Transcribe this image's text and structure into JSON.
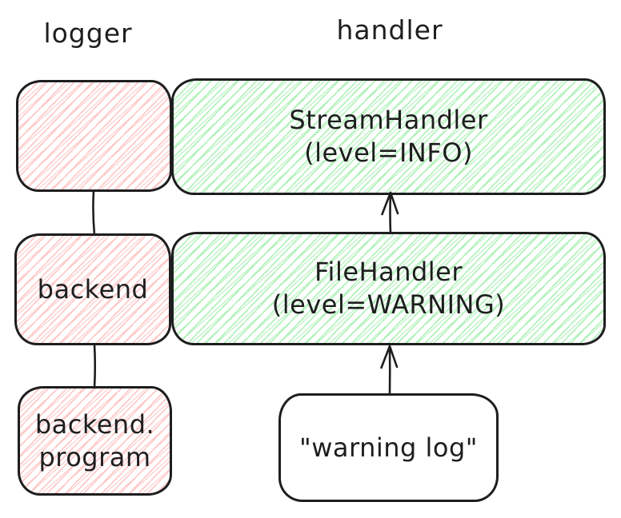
{
  "diagram": {
    "column_labels": {
      "logger": "logger",
      "handler": "handler"
    },
    "nodes": {
      "root_logger": {
        "label": ""
      },
      "stream_handler": {
        "line1": "StreamHandler",
        "line2": "(level=INFO)"
      },
      "backend_logger": {
        "label": "backend"
      },
      "file_handler": {
        "line1": "FileHandler",
        "line2": "(level=WARNING)"
      },
      "backend_program_logger": {
        "line1": "backend.",
        "line2": "program"
      },
      "warning_log": {
        "label": "\"warning log\""
      }
    },
    "colors": {
      "logger_hatch": "#ffc9c9",
      "handler_hatch": "#b2f2bb",
      "stroke": "#1e1e1e"
    }
  }
}
